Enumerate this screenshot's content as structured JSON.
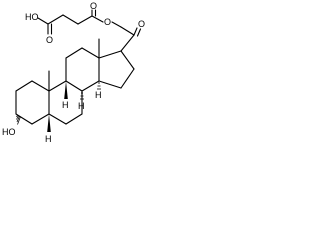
{
  "molecule": {
    "atom_labels": {
      "acid_oh": "HO",
      "acid_o": "O",
      "ester_o_carbonyl": "O",
      "ester_o_link": "O",
      "ketone_o": "O",
      "hydroxyl": "HO",
      "h_c5": "H",
      "h_c8": "H",
      "h_c9": "H",
      "h_c14": "H"
    }
  }
}
